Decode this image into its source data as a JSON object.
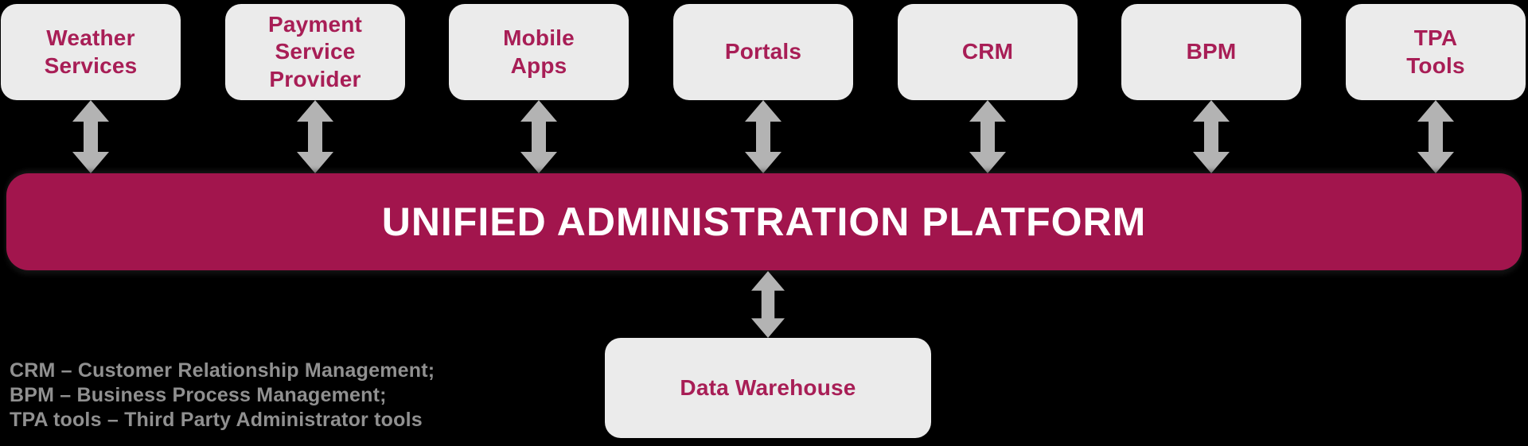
{
  "platform": {
    "title": "UNIFIED ADMINISTRATION PLATFORM"
  },
  "sources": [
    {
      "label": "Weather\nServices"
    },
    {
      "label": "Payment Service\nProvider"
    },
    {
      "label": "Mobile\nApps"
    },
    {
      "label": "Portals"
    },
    {
      "label": "CRM"
    },
    {
      "label": "BPM"
    },
    {
      "label": "TPA\nTools"
    }
  ],
  "warehouse": {
    "label": "Data Warehouse"
  },
  "legend": {
    "lines": [
      "CRM – Customer Relationship Management;",
      "BPM – Business Process Management;",
      "TPA tools – Third Party Administrator tools"
    ]
  },
  "icons": {
    "connector": "double-headed-vertical-arrow"
  },
  "colors": {
    "platform_bar": "#a2154d",
    "box_fill": "#ebebeb",
    "box_text": "#a81e56",
    "arrow_gray": "#b3b3b3",
    "legend_text": "#a0a0a0",
    "title_text": "#ffffff",
    "background": "#000000"
  }
}
